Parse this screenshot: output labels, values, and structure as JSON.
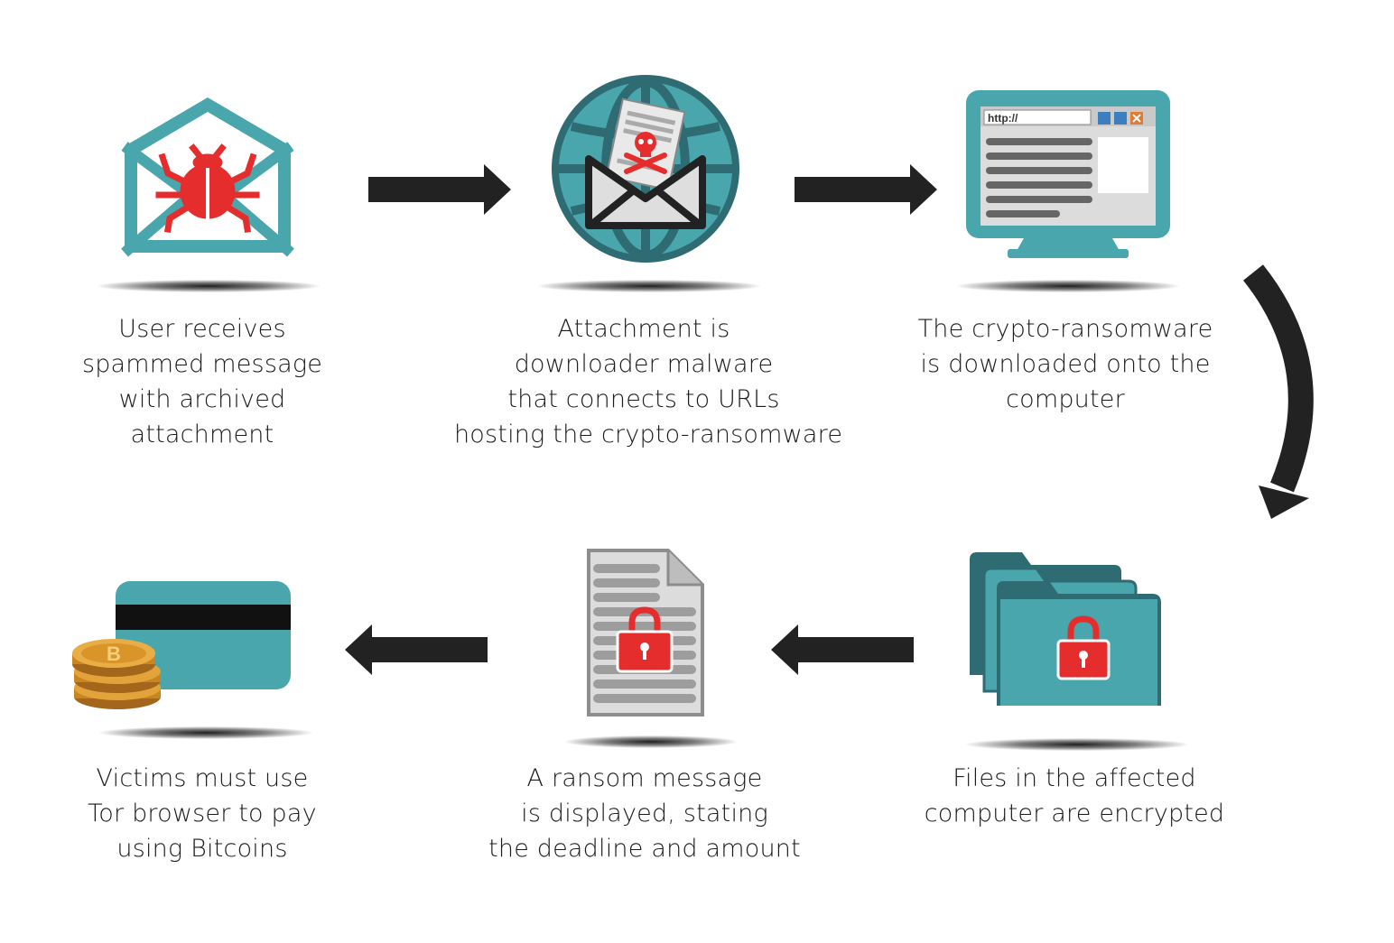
{
  "steps": [
    {
      "lines": [
        "User receives",
        "spammed message",
        "with archived",
        "attachment"
      ]
    },
    {
      "lines": [
        "Attachment is",
        "downloader malware",
        "that connects to URLs",
        "hosting the crypto-ransomware"
      ]
    },
    {
      "lines": [
        "The crypto-ransomware",
        "is downloaded onto the",
        "computer"
      ]
    },
    {
      "lines": [
        "Files in the affected",
        "computer are encrypted"
      ]
    },
    {
      "lines": [
        "A ransom message",
        "is displayed, stating",
        "the deadline and amount"
      ]
    },
    {
      "lines": [
        "Victims must use",
        "Tor browser to pay",
        "using Bitcoins"
      ]
    }
  ],
  "browser_url": "http://",
  "coin_symbol": "B",
  "colors": {
    "teal": "#4aa6ad",
    "dark": "#222222",
    "red": "#e52d2d",
    "gold": "#d9952a",
    "gray": "#8d8d8d"
  },
  "icons": [
    "bug-envelope-icon",
    "globe-mail-icon",
    "monitor-browser-icon",
    "encrypted-folder-icon",
    "locked-document-icon",
    "card-bitcoin-icon"
  ]
}
